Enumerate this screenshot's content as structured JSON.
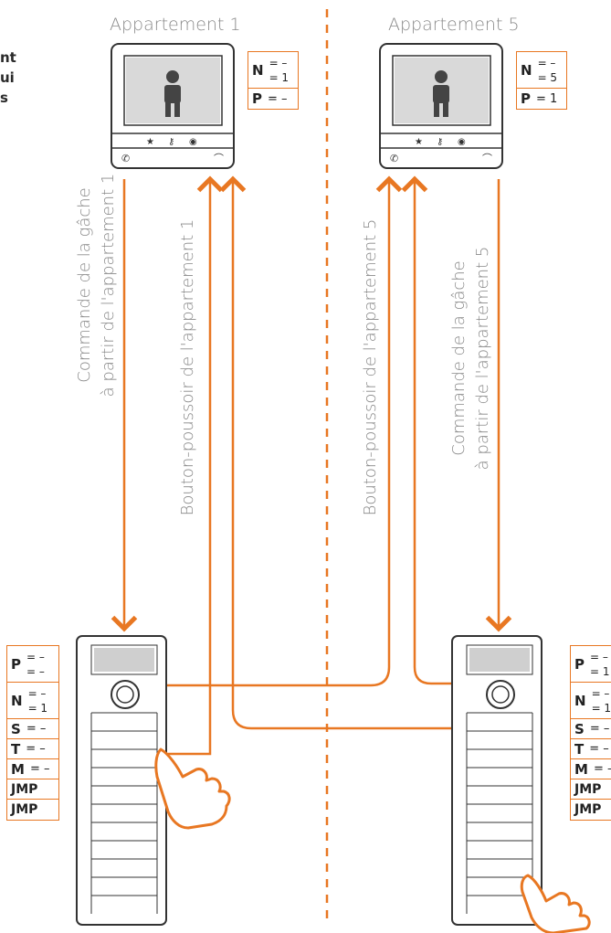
{
  "apartments": [
    {
      "title": "Appartement 1",
      "codes": {
        "N_top": "= –",
        "N_bottom": "= 1",
        "P": "= –"
      }
    },
    {
      "title": "Appartement 5",
      "codes": {
        "N_top": "= –",
        "N_bottom": "= 5",
        "P": "= 1"
      }
    }
  ],
  "labels": {
    "cmd1_line1": "Commande de la gâche",
    "cmd1_line2": "à partir de l'appartement 1",
    "btn1": "Bouton-poussoir de l'appartement 1",
    "btn5": "Bouton-poussoir de l'appartement 5",
    "cmd5_line1": "Commande de la gâche",
    "cmd5_line2": "à partir de l'appartement 5"
  },
  "truncated_text": [
    "nt",
    "ui",
    "s"
  ],
  "panel_left_codes": {
    "P_top": "= –",
    "P_bottom": "= –",
    "N_top": "= –",
    "N_bottom": "= 1",
    "S": "= –",
    "T": "= –",
    "M": "= –",
    "JMP1": "JMP",
    "JMP2": "JMP"
  },
  "panel_right_codes": {
    "P_top": "= –",
    "P_bottom": "= 1",
    "N_top": "= –",
    "N_bottom": "= 1",
    "S": "= –",
    "T": "= –",
    "M": "= –",
    "JMP1": "JMP",
    "JMP2": "JMP"
  },
  "key_letters": {
    "N": "N",
    "P": "P",
    "S": "S",
    "T": "T",
    "M": "M"
  },
  "colors": {
    "accent": "#e87722",
    "text": "#888888",
    "line": "#333333"
  },
  "icons": [
    "person-icon",
    "star-icon",
    "key-icon",
    "eye-icon",
    "phone-icon",
    "hand-pointer-icon",
    "camera-icon"
  ]
}
